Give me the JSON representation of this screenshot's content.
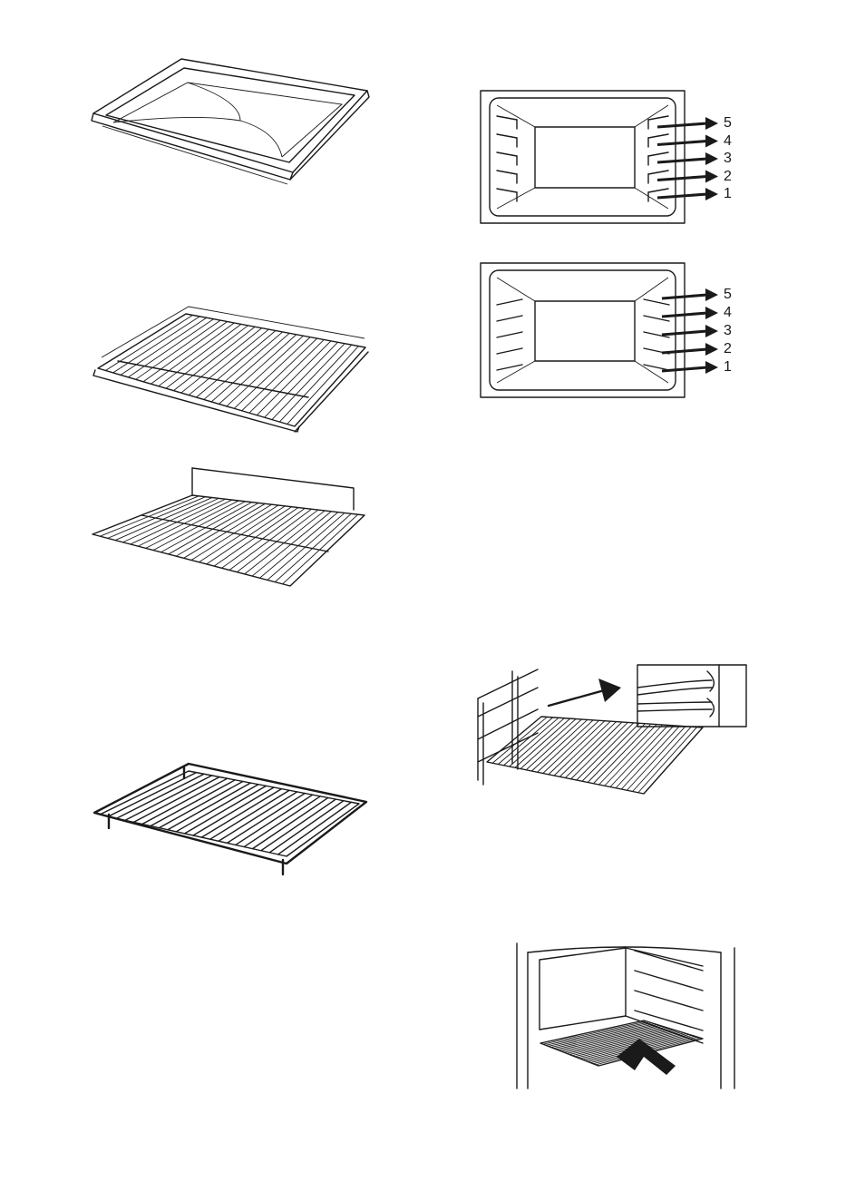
{
  "figures": {
    "baking_tray": "baking-tray",
    "wire_shelf_raised": "wire-shelf",
    "wire_shelf_flat": "wire-shelf",
    "grill_rack": "grill-rack",
    "oven_levels_a": "oven-cavity-wire-supports",
    "oven_levels_b": "oven-cavity-ridge-supports",
    "shelf_insertion": "telescopic-rail-insertion",
    "shelf_push_in": "shelf-push-in"
  },
  "shelf_levels_a": [
    "5",
    "4",
    "3",
    "2",
    "1"
  ],
  "shelf_levels_b": [
    "5",
    "4",
    "3",
    "2",
    "1"
  ],
  "colors": {
    "line": "#1a1a1a",
    "background": "#ffffff"
  }
}
